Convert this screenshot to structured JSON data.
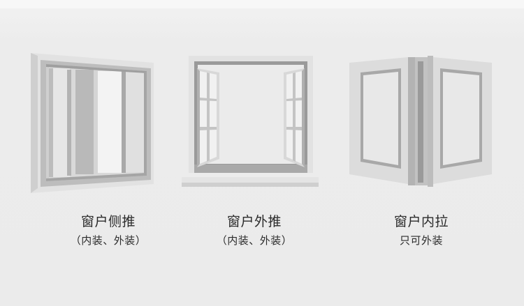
{
  "panels": [
    {
      "title": "窗户侧推",
      "subtitle": "（内装、外装）"
    },
    {
      "title": "窗户外推",
      "subtitle": "（内装、外装）"
    },
    {
      "title": "窗户内拉",
      "subtitle": "只可外装"
    }
  ],
  "colors": {
    "background": "#ececec",
    "frame_light": "#e4e4e4",
    "frame_mid": "#bdbdbd",
    "frame_dark": "#8f8f8f",
    "text": "#2b2b2b"
  }
}
